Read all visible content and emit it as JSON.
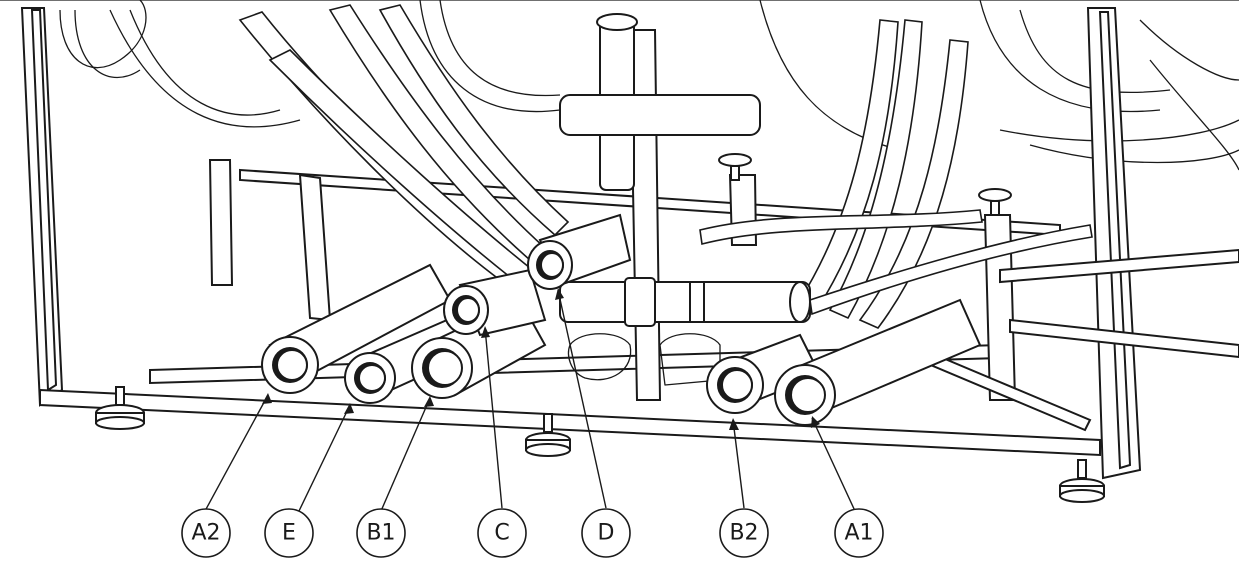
{
  "figure": {
    "callouts": [
      {
        "id": "a2",
        "label": "A2"
      },
      {
        "id": "e",
        "label": "E"
      },
      {
        "id": "b1",
        "label": "B1"
      },
      {
        "id": "c",
        "label": "C"
      },
      {
        "id": "d",
        "label": "D"
      },
      {
        "id": "b2",
        "label": "B2"
      },
      {
        "id": "a1",
        "label": "A1"
      }
    ]
  }
}
